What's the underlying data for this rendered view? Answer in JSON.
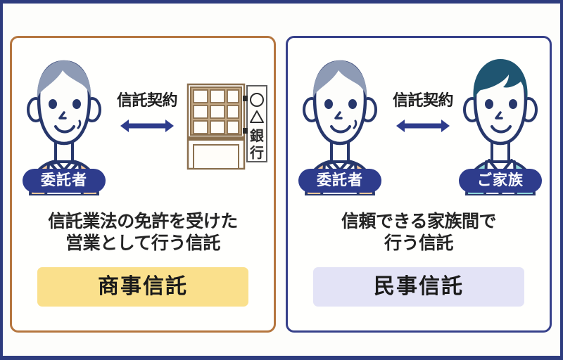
{
  "theme": {
    "frame_color": "#2e3c7e",
    "commercial_border": "#b5763f",
    "civil_border": "#36408a",
    "badge_color": "#2e3c8c",
    "commercial_chip_color": "#fae08c",
    "civil_chip_color": "#e3e3f6",
    "arrow_color": "#2e3c8c",
    "elder_hair_color": "#8e9bb5",
    "elder_clothes_color": "#f7c99a",
    "family_hair_color": "#1f5571",
    "family_clothes_color": "#8fd6d9",
    "bank_frame_color": "#c2a784",
    "page_background": "#fdfdfb"
  },
  "panels": [
    {
      "id": "commercial-trust",
      "left_party": {
        "badge": "委託者",
        "icon": "elder-person-icon"
      },
      "relation": {
        "label": "信託契約",
        "arrow": "double-headed-arrow-icon"
      },
      "right_party": {
        "badge": "",
        "icon": "bank-building-icon",
        "sign_lines": [
          "○",
          "△",
          "銀",
          "行"
        ]
      },
      "description_lines": [
        "信託業法の免許を受けた",
        "営業として行う信託"
      ],
      "chip_label": "商事信託"
    },
    {
      "id": "civil-trust",
      "left_party": {
        "badge": "委託者",
        "icon": "elder-person-icon"
      },
      "relation": {
        "label": "信託契約",
        "arrow": "double-headed-arrow-icon"
      },
      "right_party": {
        "badge": "ご家族",
        "icon": "young-person-icon"
      },
      "description_lines": [
        "信頼できる家族間で",
        "行う信託"
      ],
      "chip_label": "民事信託"
    }
  ]
}
